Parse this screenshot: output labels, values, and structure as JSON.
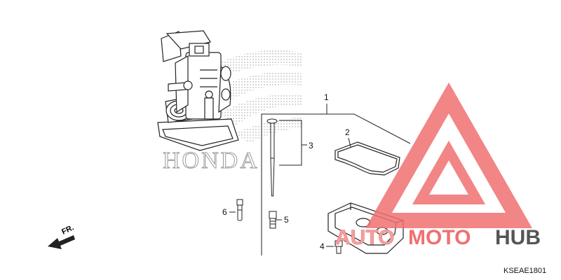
{
  "diagram": {
    "part_code": "KSEAE1801",
    "brand_watermark": "HONDA",
    "direction_label": "FR.",
    "callouts": [
      "1",
      "2",
      "3",
      "4",
      "5",
      "6"
    ]
  },
  "watermark": {
    "part1": "AUTO",
    "part2": "MOTO",
    "part3": "HUB",
    "color_primary": "#f07070",
    "color_secondary": "#555555"
  }
}
